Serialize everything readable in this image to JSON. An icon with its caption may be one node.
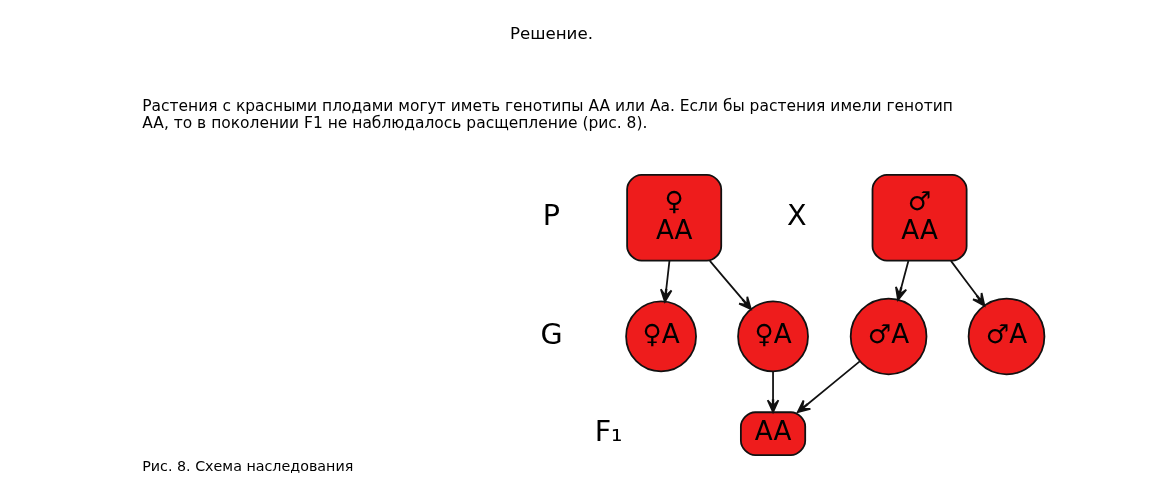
{
  "diagram": {
    "title": "Решение.",
    "caption": "Рис. 8. Схема наследования",
    "nodes": [
      {
        "text": [
          "♀",
          "AA"
        ]
      },
      {
        "text": [
          "♂",
          "AA"
        ]
      },
      {
        "text": [
          "♀A"
        ]
      },
      {
        "text": [
          "♀A"
        ]
      },
      {
        "text": [
          "♂A"
        ]
      },
      {
        "text": [
          "♂A"
        ]
      },
      {
        "text": [
          "AA"
        ]
      }
    ],
    "edges": [
      {
        "from": 0,
        "to": 2,
        "arrow": "to"
      },
      {
        "from": 0,
        "to": 3,
        "arrow": "to"
      },
      {
        "from": 1,
        "to": 4,
        "arrow": "to"
      },
      {
        "from": 1,
        "to": 5,
        "arrow": "to"
      },
      {
        "from": 3,
        "to": 6,
        "arrow": "to"
      },
      {
        "from": 4,
        "to": 6,
        "arrow": "to"
      }
    ],
    "labels": [
      "Растения с красными плодами могут иметь генотипы AA или Aa. Если бы растения имели генотип AA, то в поколении F1 не наблюдалось расщепление (рис. 8).",
      "P",
      "X",
      "G",
      "F₁"
    ]
  }
}
